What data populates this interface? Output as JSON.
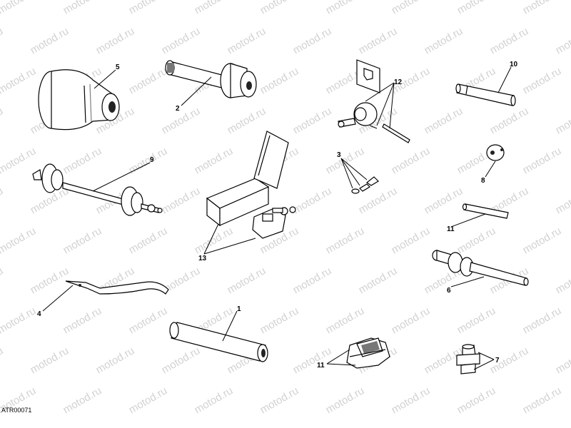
{
  "watermark": "motod.ru",
  "drawing_code": "ATR00071",
  "callouts": {
    "c1": "1",
    "c2": "2",
    "c3": "3",
    "c4": "4",
    "c5": "5",
    "c6": "6",
    "c7": "7",
    "c8": "8",
    "c9": "9",
    "c10": "10",
    "c11a": "11",
    "c11b": "11",
    "c12": "12",
    "c13": "13"
  }
}
